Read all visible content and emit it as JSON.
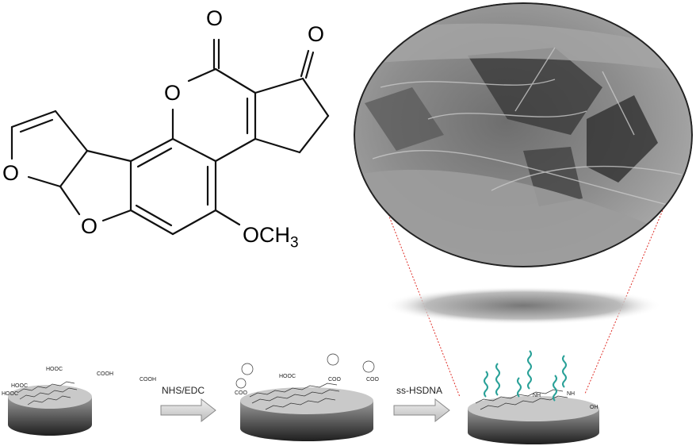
{
  "molecule": {
    "atoms": {
      "carbonyl_o1": "O",
      "carbonyl_o2": "O",
      "lactone_o": "O",
      "furan_o1": "O",
      "furan_o2": "O",
      "methoxy": "OCH",
      "methoxy_sub": "3"
    }
  },
  "steps": {
    "step1_label": "NHS/EDC",
    "step2_label": "ss-HSDNA"
  },
  "surface_groups": {
    "cooh": "COOH",
    "hooc": "HOOC",
    "coo": "COO",
    "nh": "NH",
    "oh": "OH"
  },
  "colors": {
    "dna": "#2aa198",
    "zoom_lines": "#e0302a",
    "disc_dark": "#2b2b2b",
    "sem_gray": "#8a8a8a"
  }
}
